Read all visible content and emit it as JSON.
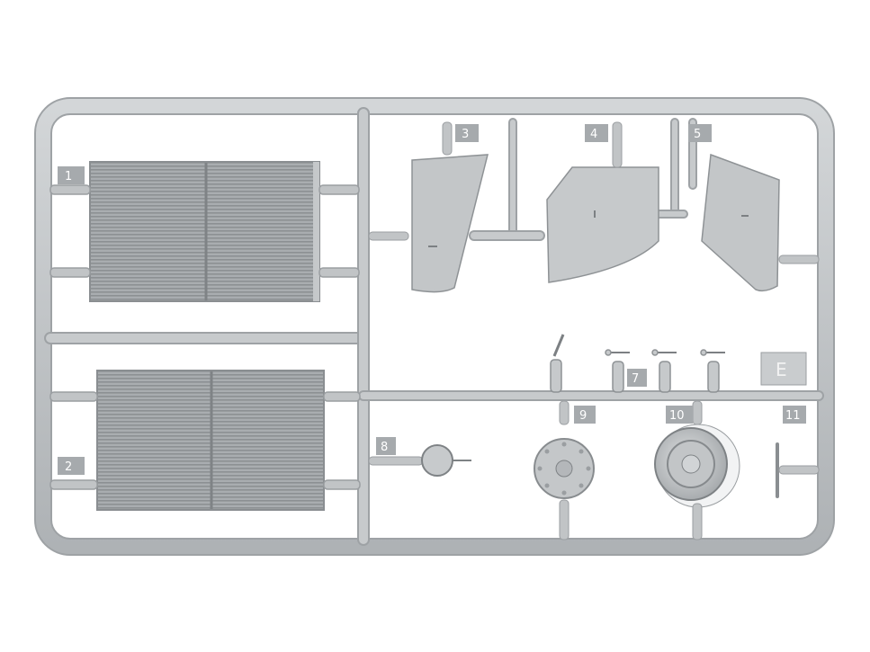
{
  "sprue": {
    "letter": "E",
    "part_numbers": {
      "p1": "1",
      "p2": "2",
      "p3": "3",
      "p4": "4",
      "p5": "5",
      "p7": "7",
      "p8": "8",
      "p9": "9",
      "p10": "10",
      "p11": "11"
    }
  },
  "colors": {
    "plastic": "#b9bcbe",
    "plastic_light": "#cfd2d4",
    "plastic_dark": "#8f9396",
    "label_tab": "#a6aaad",
    "background": "#ffffff"
  }
}
